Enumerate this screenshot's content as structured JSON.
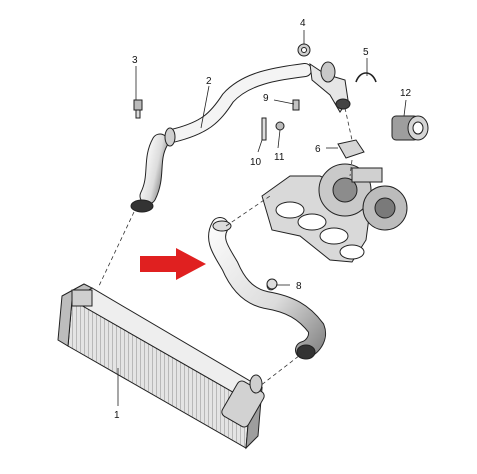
{
  "callouts": [
    {
      "id": "p1",
      "text": "1"
    },
    {
      "id": "p2",
      "text": "2"
    },
    {
      "id": "p3",
      "text": "3"
    },
    {
      "id": "p4",
      "text": "4"
    },
    {
      "id": "p5",
      "text": "5"
    },
    {
      "id": "p6",
      "text": "6"
    },
    {
      "id": "p8",
      "text": "8"
    },
    {
      "id": "p9",
      "text": "9"
    },
    {
      "id": "p10",
      "text": "10"
    },
    {
      "id": "p11",
      "text": "11"
    },
    {
      "id": "p12",
      "text": "12"
    }
  ],
  "highlight": {
    "arrow_color": "#e02020",
    "target": "lower intercooler hose"
  },
  "colors": {
    "line": "#222222",
    "fill_light": "#f2f2f2",
    "fill_mid": "#d8d8d8",
    "fill_dark": "#9a9a9a"
  }
}
